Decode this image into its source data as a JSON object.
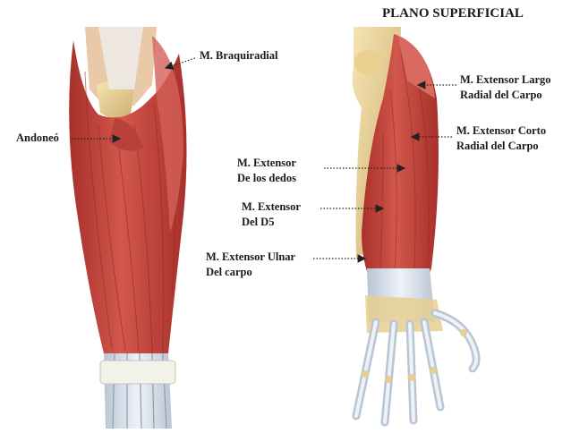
{
  "title": "PLANO SUPERFICIAL",
  "colors": {
    "muscle": "#c8453f",
    "muscle_dark": "#9e2b27",
    "muscle_light": "#e07a6e",
    "tendon": "#dfe6ef",
    "tendon_shade": "#a9b6c7",
    "bone": "#ecd79f",
    "bone_shade": "#caa865",
    "leader": "#222222"
  },
  "labels": {
    "braquiradial": "M. Braquiradial",
    "anconeo": "Andoneó",
    "extensor_largo_l1": "M. Extensor Largo",
    "extensor_largo_l2": "Radial del Carpo",
    "extensor_corto_l1": "M. Extensor Corto",
    "extensor_corto_l2": "Radial del Carpo",
    "extensor_dedos_l1": "M. Extensor",
    "extensor_dedos_l2": "De los dedos",
    "extensor_d5_l1": "M. Extensor",
    "extensor_d5_l2": "Del D5",
    "extensor_ulnar_l1": "M. Extensor Ulnar",
    "extensor_ulnar_l2": "Del carpo"
  }
}
